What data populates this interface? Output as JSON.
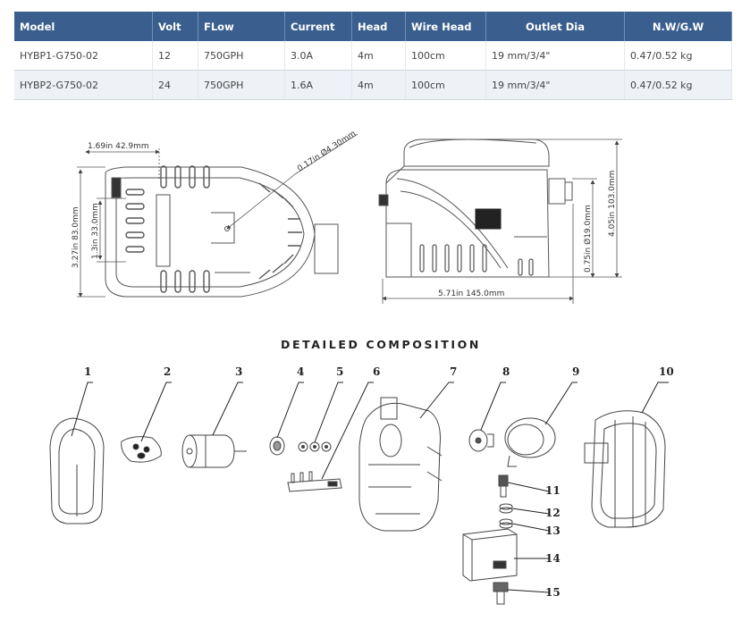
{
  "table": {
    "headers": [
      "Model",
      "Volt",
      "FLow",
      "Current",
      "Head",
      "Wire Head",
      "Outlet Dia",
      "N.W/G.W"
    ],
    "rows": [
      [
        "HYBP1-G750-02",
        "12",
        "750GPH",
        "3.0A",
        "4m",
        "100cm",
        "19 mm/3/4\"",
        "0.47/0.52 kg"
      ],
      [
        "HYBP2-G750-02",
        "24",
        "750GPH",
        "1.6A",
        "4m",
        "100cm",
        "19 mm/3/4\"",
        "0.47/0.52 kg"
      ]
    ]
  },
  "dimensions": {
    "top_width": "1.69in 42.9mm",
    "hole_dia": "0.17in Ø4.30mm",
    "height_total": "3.27in 83.0mm",
    "height_inner": "1.3in 33.0mm",
    "side_width": "5.71in 145.0mm",
    "side_height": "4.05in 103.0mm",
    "outlet": "0.75in Ø19.0mm"
  },
  "composition": {
    "title": "DETAILED COMPOSITION",
    "parts": [
      "1",
      "2",
      "3",
      "4",
      "5",
      "6",
      "7",
      "8",
      "9",
      "10",
      "11",
      "12",
      "13",
      "14",
      "15"
    ]
  }
}
